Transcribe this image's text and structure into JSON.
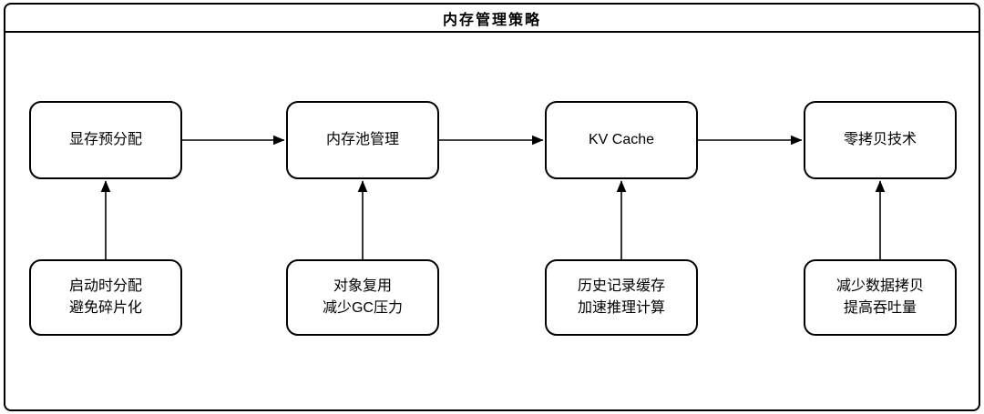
{
  "title": "内存管理策略",
  "colors": {
    "bg": "#ffffff",
    "stroke": "#000000",
    "text": "#000000"
  },
  "top_nodes": [
    {
      "label": "显存预分配"
    },
    {
      "label": "内存池管理"
    },
    {
      "label": "KV Cache"
    },
    {
      "label": "零拷贝技术"
    }
  ],
  "bottom_nodes": [
    {
      "line1": "启动时分配",
      "line2": "避免碎片化"
    },
    {
      "line1": "对象复用",
      "line2": "减少GC压力"
    },
    {
      "line1": "历史记录缓存",
      "line2": "加速推理计算"
    },
    {
      "line1": "减少数据拷贝",
      "line2": "提高吞吐量"
    }
  ]
}
